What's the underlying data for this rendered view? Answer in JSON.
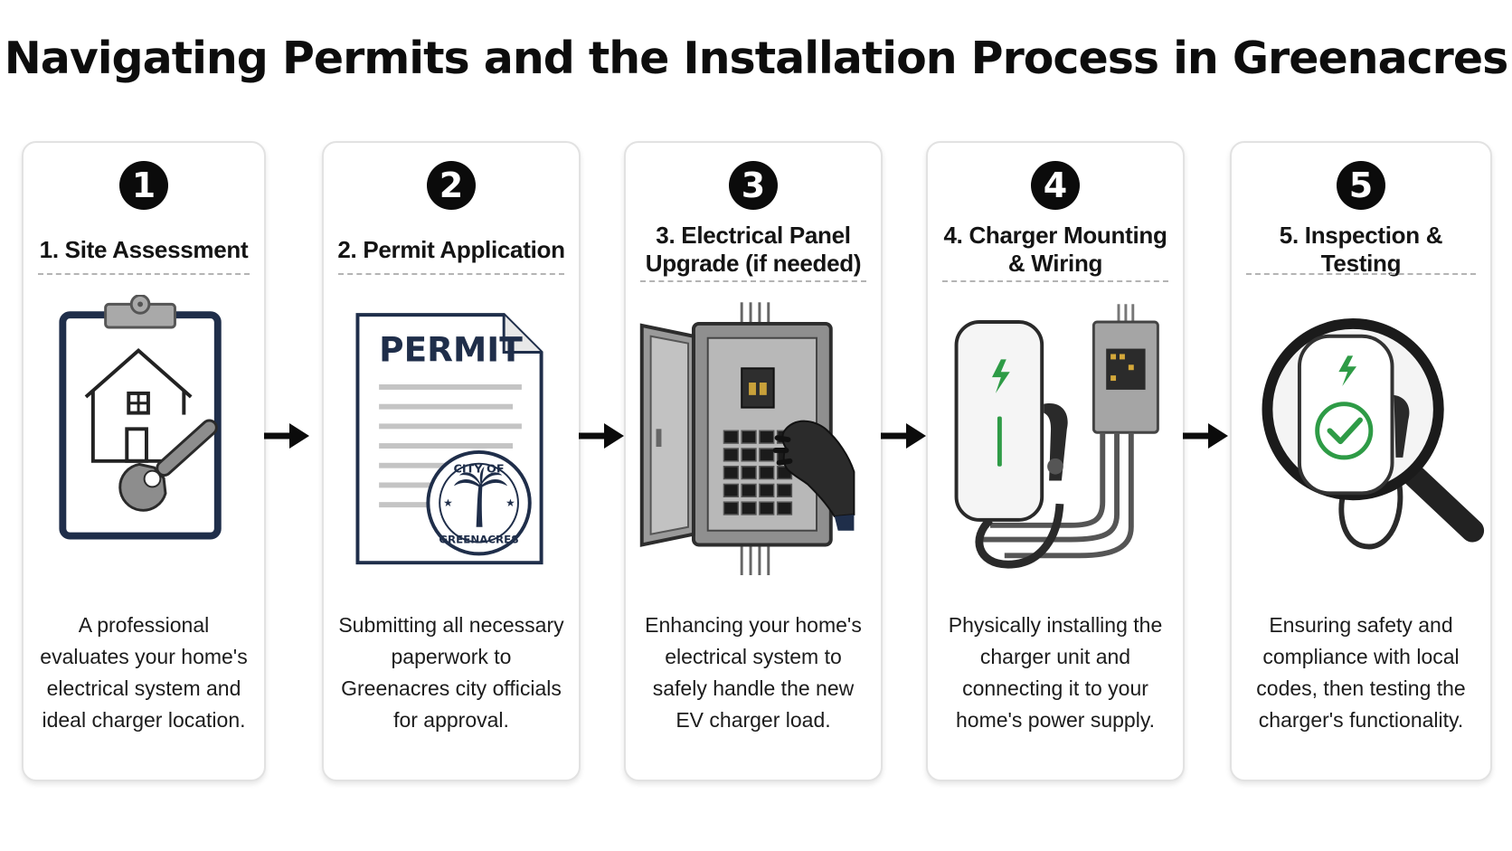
{
  "title": "Navigating Permits and the Installation Process in Greenacres",
  "steps": [
    {
      "number": "1",
      "title": "1. Site Assessment",
      "description": "A professional evaluates your home's electrical system and ideal charger location.",
      "icon": "clipboard-house-wrench-icon"
    },
    {
      "number": "2",
      "title": "2. Permit Application",
      "description": "Submitting all necessary paperwork to Greenacres city officials for approval.",
      "icon": "permit-document-icon",
      "illustration": {
        "document_heading": "PERMIT",
        "seal_text_top": "CITY OF",
        "seal_text_bottom": "GREENACRES"
      }
    },
    {
      "number": "3",
      "title": "3. Electrical Panel Upgrade (if needed)",
      "description": "Enhancing your home's electrical system to safely handle the new EV charger load.",
      "icon": "electrical-panel-icon"
    },
    {
      "number": "4",
      "title": "4. Charger Mounting & Wiring",
      "description": "Physically installing the charger unit and connecting it to your home's power supply.",
      "icon": "ev-charger-icon"
    },
    {
      "number": "5",
      "title": "5. Inspection & Testing",
      "description": "Ensuring safety and compliance with local codes, then testing the charger's functionality.",
      "icon": "magnifier-check-icon"
    }
  ],
  "colors": {
    "badge": "#0b0b0b",
    "card_border": "#e2e2e2",
    "icon_navy": "#1f2e4a",
    "charger_green": "#2e9b46"
  }
}
